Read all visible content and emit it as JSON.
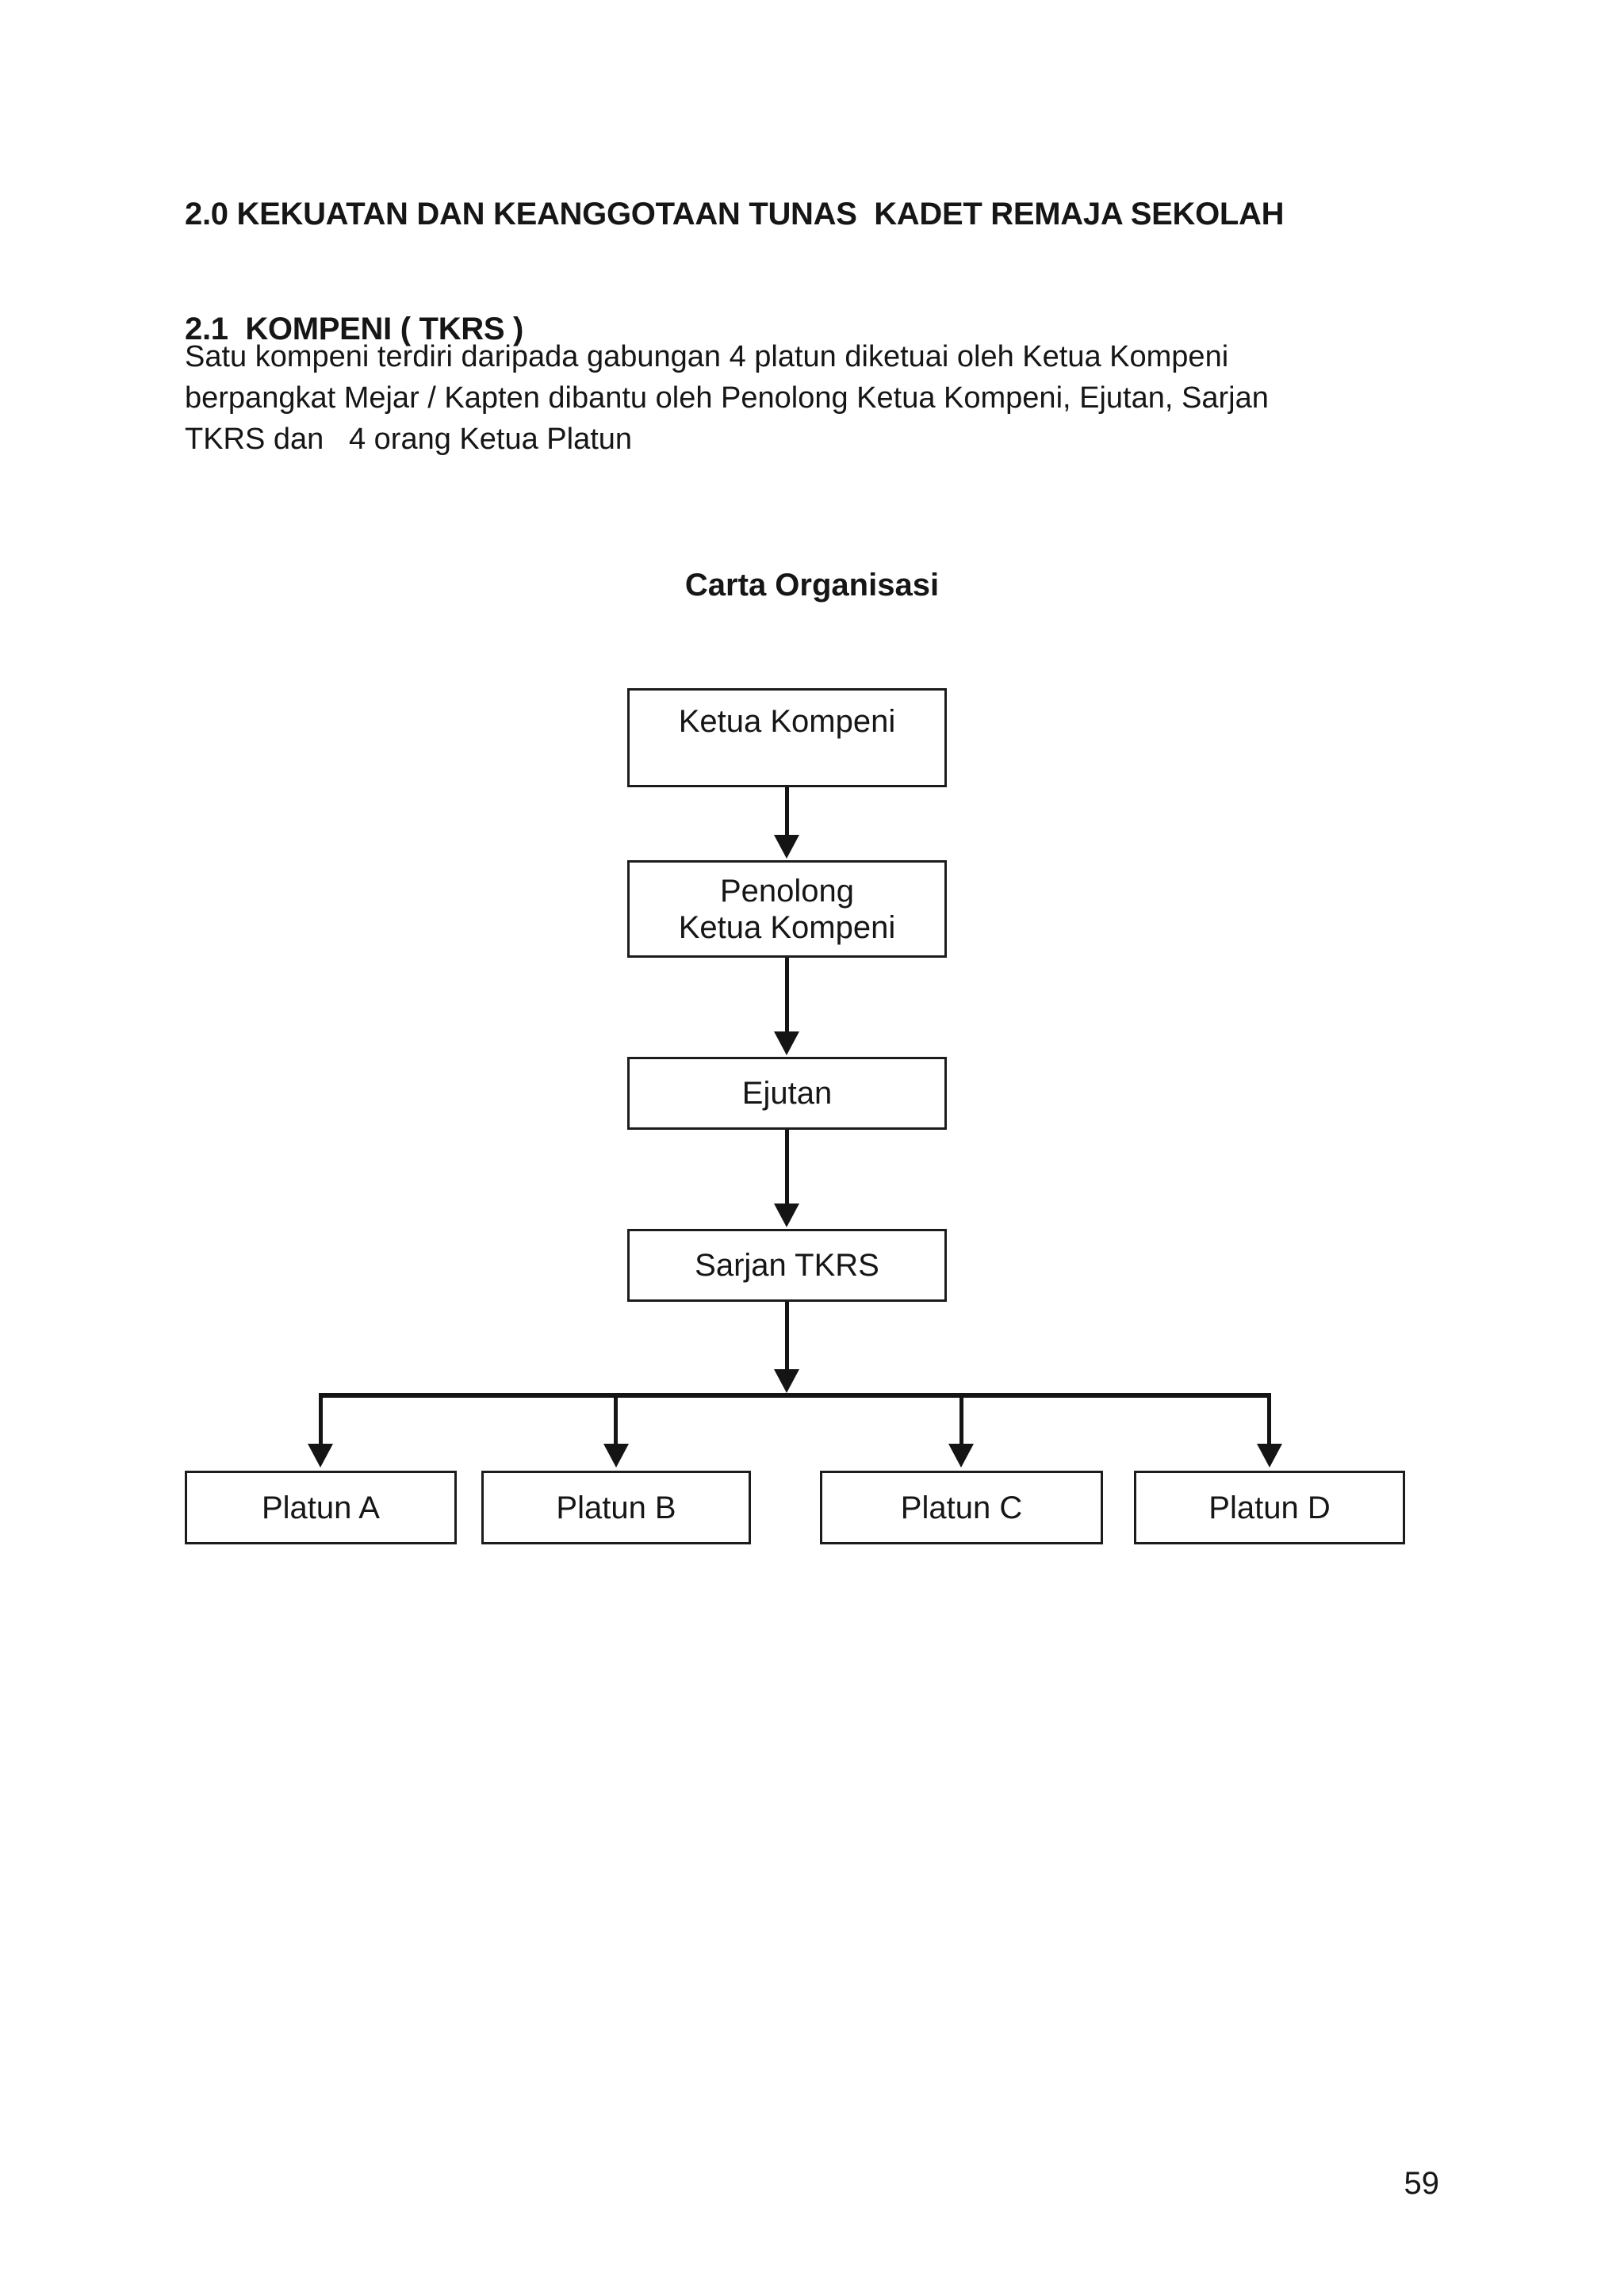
{
  "document": {
    "section_heading": "2.0 KEKUATAN DAN KEANGGOTAAN TUNAS  KADET REMAJA SEKOLAH",
    "subsection_heading": "2.1  KOMPENI ( TKRS )",
    "paragraph": "Satu kompeni terdiri daripada gabungan 4 platun diketuai oleh Ketua Kompeni\nberpangkat Mejar / Kapten dibantu oleh Penolong Ketua Kompeni, Ejutan, Sarjan\nTKRS dan   4 orang Ketua Platun"
  },
  "chart": {
    "title": "Carta Organisasi",
    "nodes": {
      "ketua_kompeni": "Ketua Kompeni",
      "penolong_ketua_kompeni": "Penolong\nKetua Kompeni",
      "ejutan": "Ejutan",
      "sarjan_tkrs": "Sarjan TKRS",
      "platun_a": "Platun A",
      "platun_b": "Platun B",
      "platun_c": "Platun C",
      "platun_d": "Platun D"
    }
  },
  "page": {
    "number": "59"
  },
  "colors": {
    "text": "#161616",
    "line": "#141414",
    "background": "#ffffff"
  }
}
